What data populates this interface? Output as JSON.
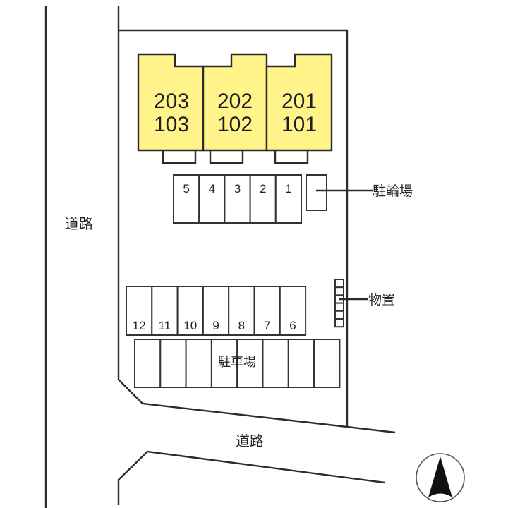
{
  "colors": {
    "building_fill": "#fff38a",
    "line": "#2b2b2b",
    "background": "#ffffff"
  },
  "building": {
    "units": [
      {
        "upper": "203",
        "lower": "103"
      },
      {
        "upper": "202",
        "lower": "102"
      },
      {
        "upper": "201",
        "lower": "101"
      }
    ]
  },
  "parking_upper_row": [
    "5",
    "4",
    "3",
    "2",
    "1"
  ],
  "parking_middle_row": [
    "12",
    "11",
    "10",
    "9",
    "8",
    "7",
    "6"
  ],
  "parking_lower_row_count": 8,
  "labels": {
    "bike_parking": "駐輪場",
    "storage": "物置",
    "car_parking": "駐車場",
    "road_west": "道路",
    "road_south": "道路"
  },
  "compass": {
    "icon": "north-arrow-icon"
  }
}
